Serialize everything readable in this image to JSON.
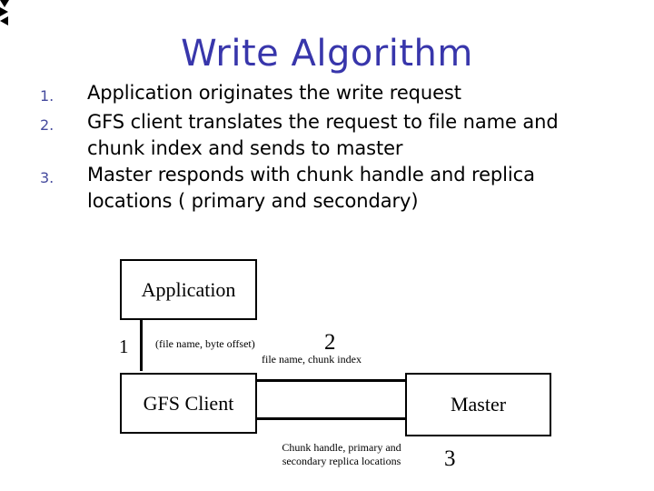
{
  "slide": {
    "title": "Write Algorithm",
    "accent_color": "#3836ab",
    "number_color": "#464b9e",
    "background_color": "#ffffff"
  },
  "bullets": [
    {
      "number": "1.",
      "text": "Application originates the write request"
    },
    {
      "number": "2.",
      "text": "GFS client translates the request to file name and chunk index and sends to master"
    },
    {
      "number": "3.",
      "text": "Master responds with chunk handle and replica locations ( primary and secondary)"
    }
  ],
  "diagram": {
    "nodes": [
      {
        "id": "application",
        "label": "Application"
      },
      {
        "id": "gfs-client",
        "label": "GFS Client"
      },
      {
        "id": "master",
        "label": "Master"
      }
    ],
    "steps": {
      "one": "1",
      "two": "2",
      "three": "3"
    },
    "edge_labels": {
      "application_to_client": "(file name, byte offset)",
      "client_to_master": "file name, chunk index",
      "master_to_client_line1": "Chunk handle, primary and",
      "master_to_client_line2": "secondary replica locations"
    }
  }
}
